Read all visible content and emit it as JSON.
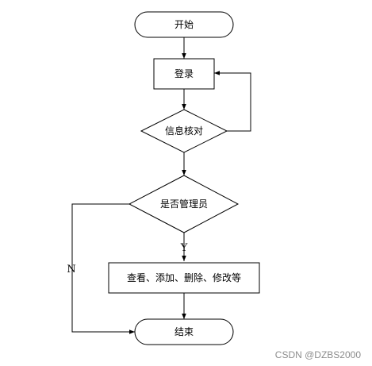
{
  "nodes": {
    "start": "开始",
    "login": "登录",
    "verify": "信息核对",
    "is_admin": "是否管理员",
    "actions": "查看、添加、删除、修改等",
    "end": "结束"
  },
  "edges": {
    "yes": "Y",
    "no": "N"
  },
  "watermark": "CSDN @DZBS2000"
}
